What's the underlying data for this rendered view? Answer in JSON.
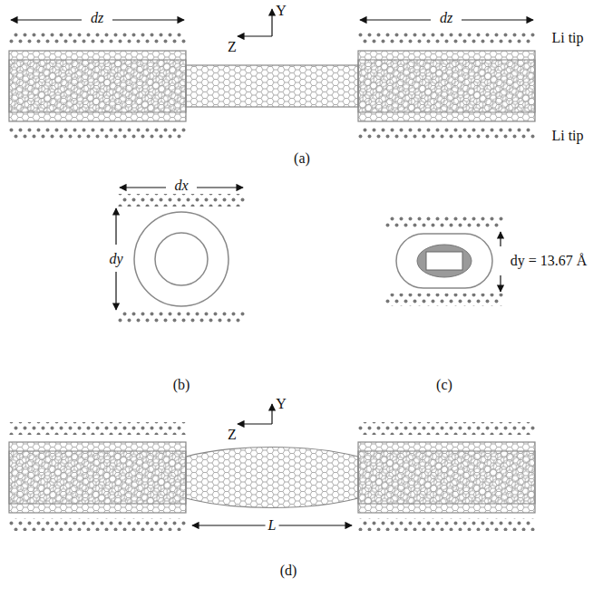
{
  "diagram": {
    "labels": [
      "dz",
      "Li tip",
      "Y",
      "Z",
      "dz",
      "Li tip",
      "(a)",
      "dx",
      "dy",
      "dy = 13.67 Å",
      "(b)",
      "(c)",
      "Y",
      "Z",
      "L",
      "(d)"
    ]
  }
}
